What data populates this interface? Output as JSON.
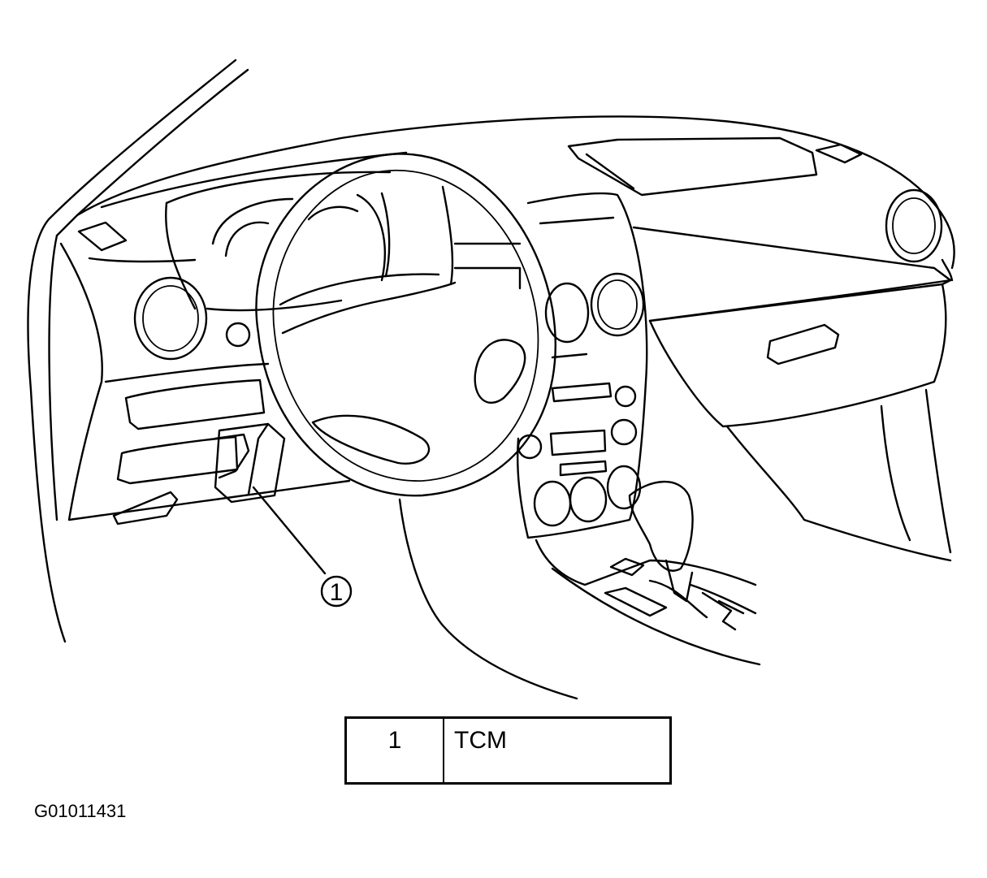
{
  "callout": {
    "number": "1"
  },
  "legend": [
    {
      "number": "1",
      "component": "TCM"
    }
  ],
  "figure_id": "G01011431",
  "icons": [
    "dashboard-illustration",
    "steering-wheel",
    "gear-shifter"
  ]
}
